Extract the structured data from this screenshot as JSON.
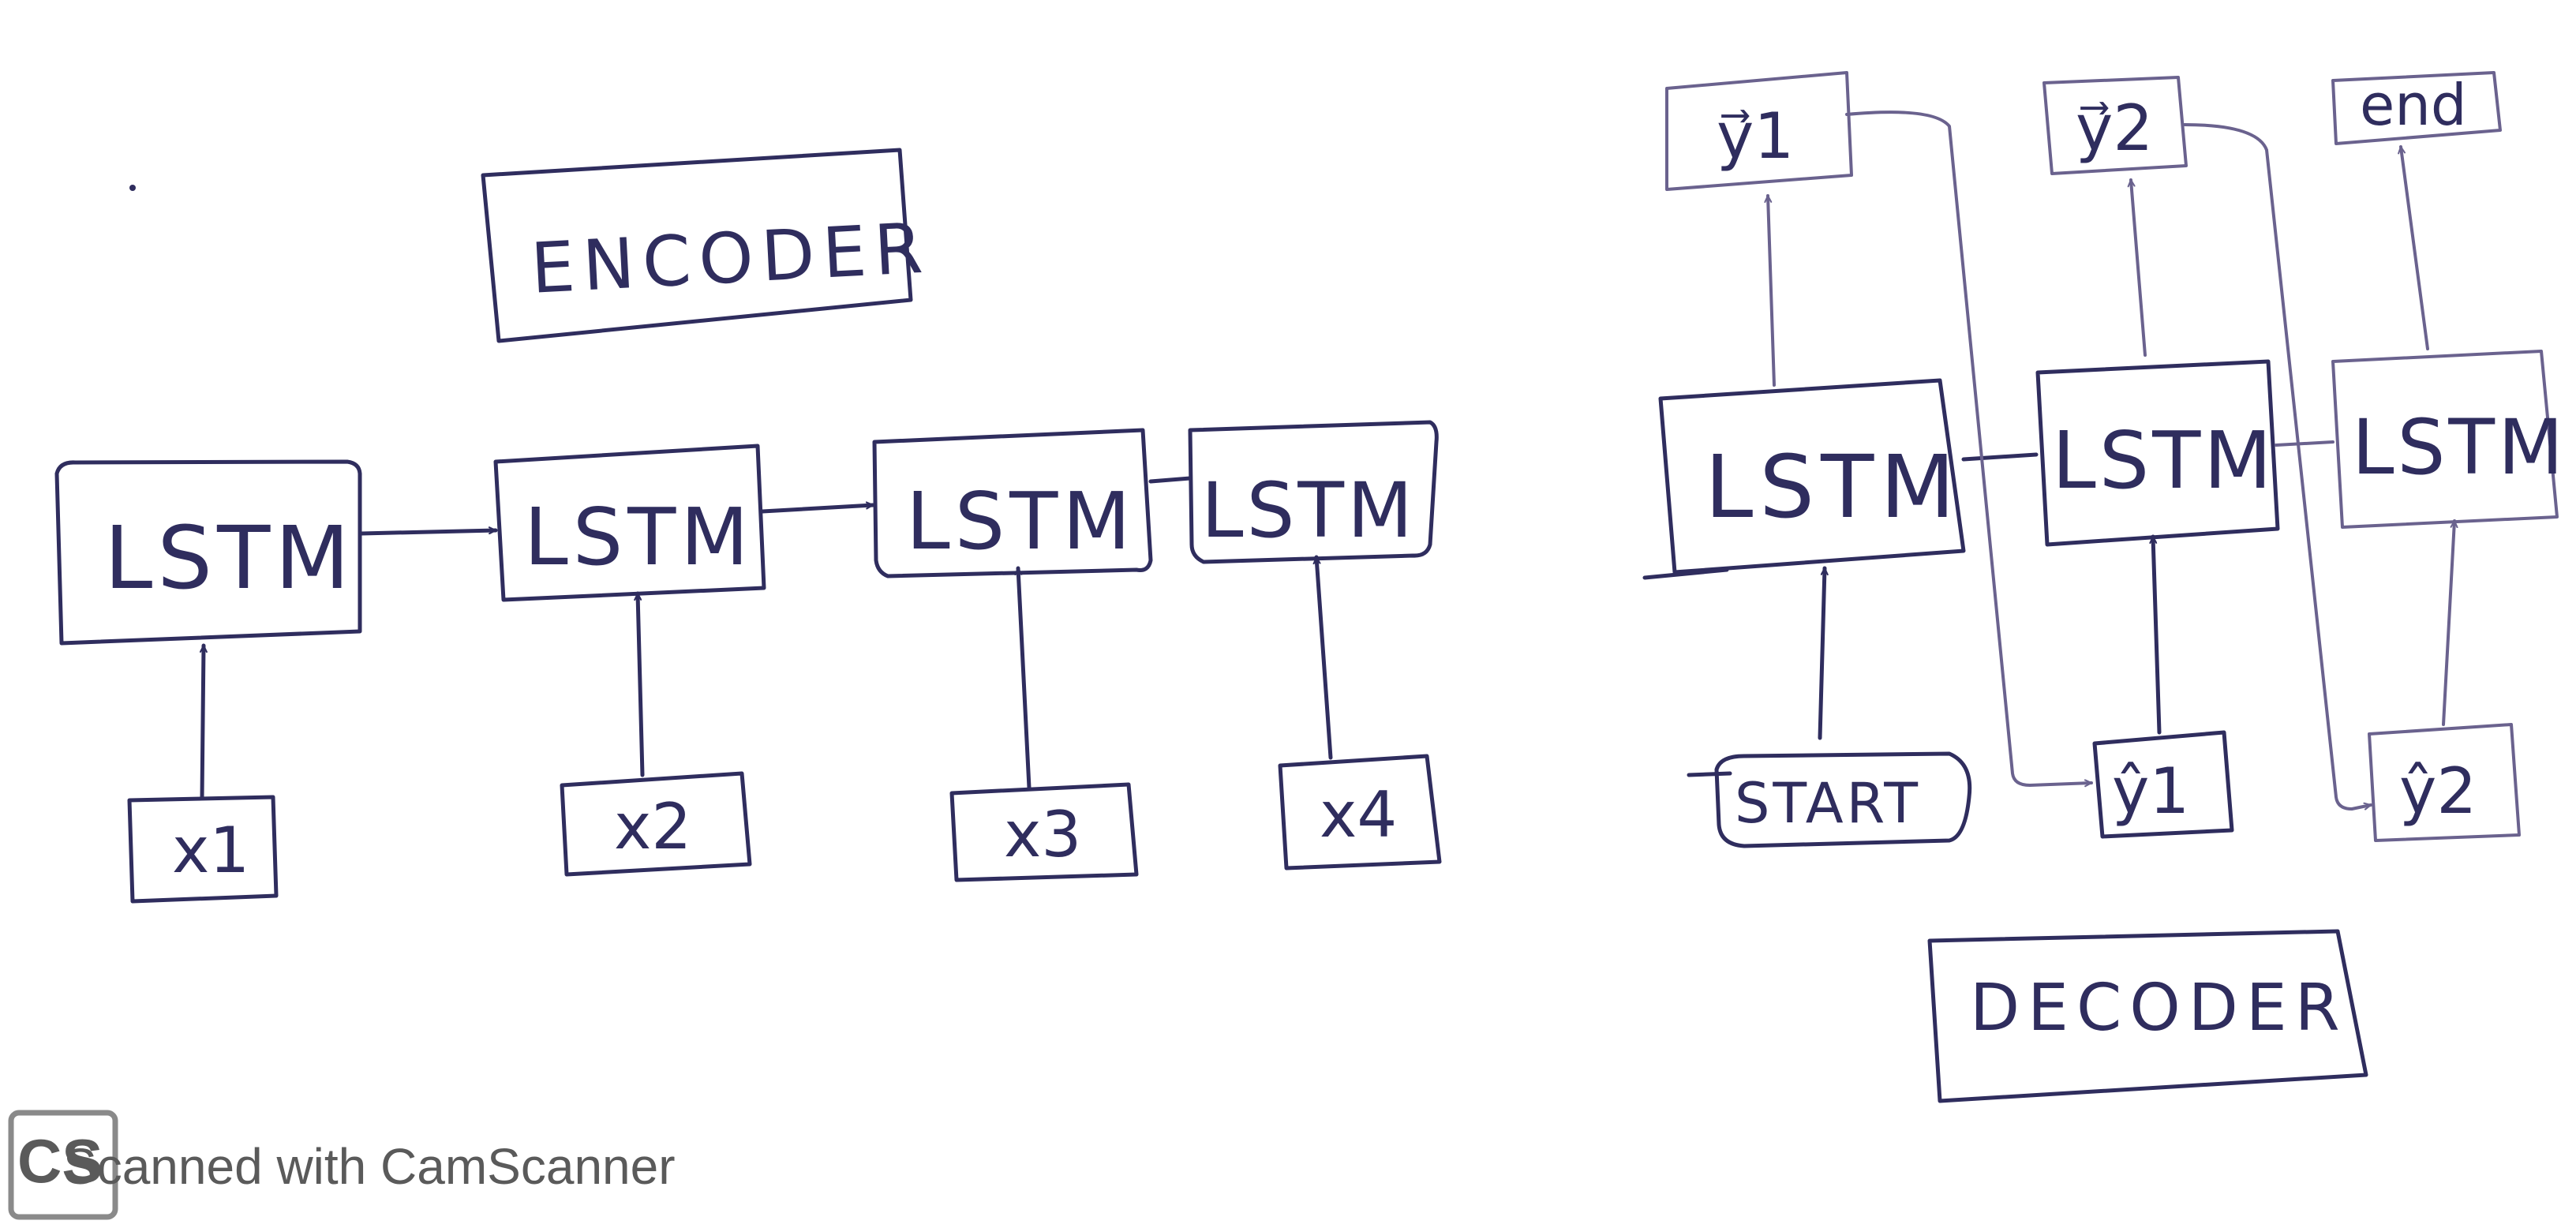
{
  "encoder": {
    "title": "ENCODER",
    "cells": [
      "LSTM",
      "LSTM",
      "LSTM",
      "LSTM"
    ],
    "inputs": [
      "x1",
      "x2",
      "x3",
      "x4"
    ]
  },
  "decoder": {
    "title": "DECODER",
    "cells": [
      "LSTM",
      "LSTM",
      "LSTM"
    ],
    "inputs": [
      "START",
      "ŷ1",
      "ŷ2"
    ],
    "outputs": [
      "y⃗1",
      "y⃗2",
      "end"
    ]
  },
  "watermark": {
    "logo": "CS",
    "text": "Scanned with CamScanner"
  },
  "colors": {
    "ink": "#2f2d5e",
    "ink_light": "#6a628e",
    "background": "#ffffff",
    "watermark": "#5a5a5a"
  }
}
